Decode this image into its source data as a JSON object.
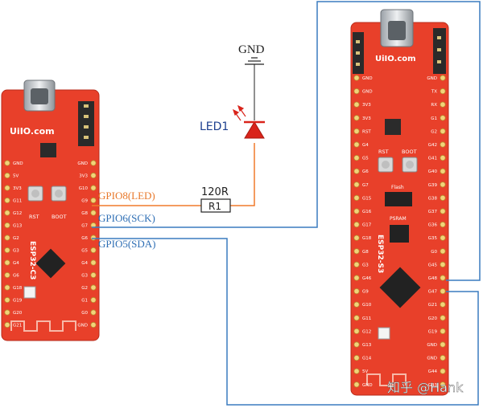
{
  "labels": {
    "gnd": "GND",
    "led": "LED1",
    "resistor_value": "120R",
    "resistor_name": "R1",
    "gpio8": "GPIO8(LED)",
    "gpio6": "GPIO6(SCK)",
    "gpio5": "GPIO5(SDA)"
  },
  "left_board": {
    "brand": "UiIO.com",
    "model": "ESP32-C3",
    "btn_rst": "RST",
    "btn_boot": "BOOT",
    "left_pins": [
      "GND",
      "5V",
      "3V3",
      "G11",
      "G12",
      "G13",
      "G2",
      "G3",
      "G4",
      "G6",
      "G18",
      "G19",
      "G20",
      "G21"
    ],
    "right_pins": [
      "GND",
      "3V3",
      "G10",
      "G9",
      "G8",
      "G7",
      "G6",
      "G5",
      "G4",
      "G3",
      "G2",
      "G1",
      "G0",
      "GND"
    ]
  },
  "right_board": {
    "brand": "UiIO.com",
    "model": "ESP32-S3",
    "btn_rst": "RST",
    "btn_boot": "BOOT",
    "chip1": "Flash",
    "chip2": "PSRAM",
    "left_pins": [
      "GND",
      "GND",
      "3V3",
      "3V3",
      "RST",
      "G4",
      "G5",
      "G6",
      "G7",
      "G15",
      "G16",
      "G17",
      "G18",
      "G8",
      "G3",
      "G46",
      "G9",
      "G10",
      "G11",
      "G12",
      "G13",
      "G14",
      "5V",
      "GND"
    ],
    "right_pins": [
      "GND",
      "TX",
      "RX",
      "G1",
      "G2",
      "G42",
      "G41",
      "G40",
      "G39",
      "G38",
      "G37",
      "G36",
      "G35",
      "G0",
      "G45",
      "G48",
      "G47",
      "G21",
      "G20",
      "G19",
      "GND",
      "GND",
      "G44",
      "G43"
    ]
  },
  "watermark": "知乎 @Hank",
  "colors": {
    "board": "#e8402a",
    "wire_orange": "#f07a2c",
    "wire_blue": "#3a7bbf",
    "led_red": "#d9241b",
    "label_orange": "#e8782a",
    "label_blue": "#2f6fb5",
    "led_label": "#1c3f8f"
  }
}
